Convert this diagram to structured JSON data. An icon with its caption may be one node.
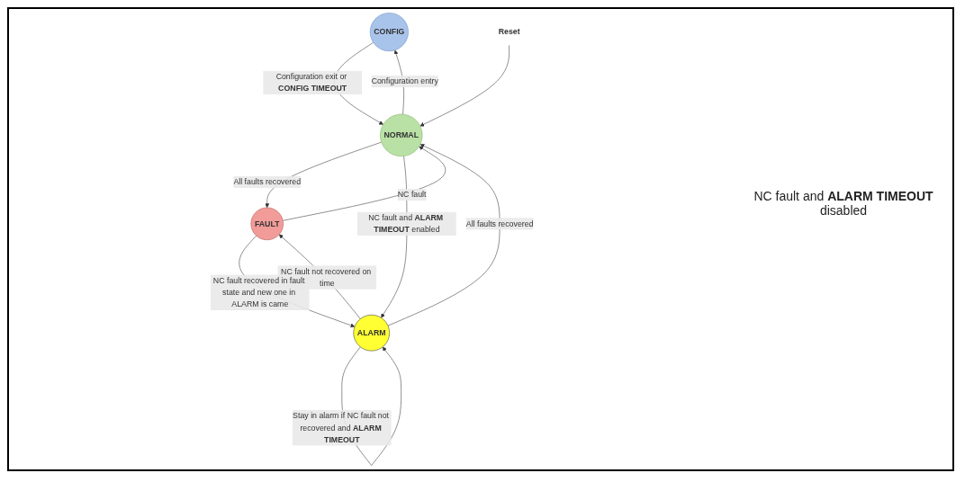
{
  "diagram": {
    "nodes": [
      {
        "text": [
          "CONFIG"
        ]
      },
      {
        "text": [
          "NORMAL"
        ]
      },
      {
        "text": [
          "Reset"
        ]
      },
      {
        "text": [
          "FAULT"
        ]
      },
      {
        "text": [
          "ALARM"
        ]
      }
    ],
    "edges": [
      {
        "from": 1,
        "to": 0,
        "arrow": "to",
        "label": "Configuration entry"
      },
      {
        "from": 0,
        "to": 1,
        "arrow": "to",
        "label": "Configuration exit or **CONFIG TIMEOUT**"
      },
      {
        "from": 2,
        "to": 1,
        "arrow": "to"
      },
      {
        "from": 3,
        "to": 1,
        "arrow": "to",
        "label": "NC fault"
      },
      {
        "from": 1,
        "to": 3,
        "arrow": "to",
        "label": "All faults recovered"
      },
      {
        "from": 4,
        "to": 1,
        "arrow": "to",
        "label": "All faults recovered"
      },
      {
        "from": 1,
        "to": 4,
        "arrow": "to",
        "label": "NC fault and **ALARM TIMEOUT** enabled"
      },
      {
        "from": 4,
        "to": 3,
        "arrow": "to",
        "label": "NC fault not recovered on time"
      },
      {
        "from": 3,
        "to": 4,
        "arrow": "to",
        "label": "NC fault recovered in fault state and new one in ALARM is came"
      },
      {
        "from": 4,
        "to": 4,
        "arrow": "to",
        "label": "Stay in alarm if NC fault not recovered and **ALARM TIMEOUT**"
      }
    ],
    "labels": [
      "NC fault and **ALARM TIMEOUT** disabled"
    ]
  }
}
